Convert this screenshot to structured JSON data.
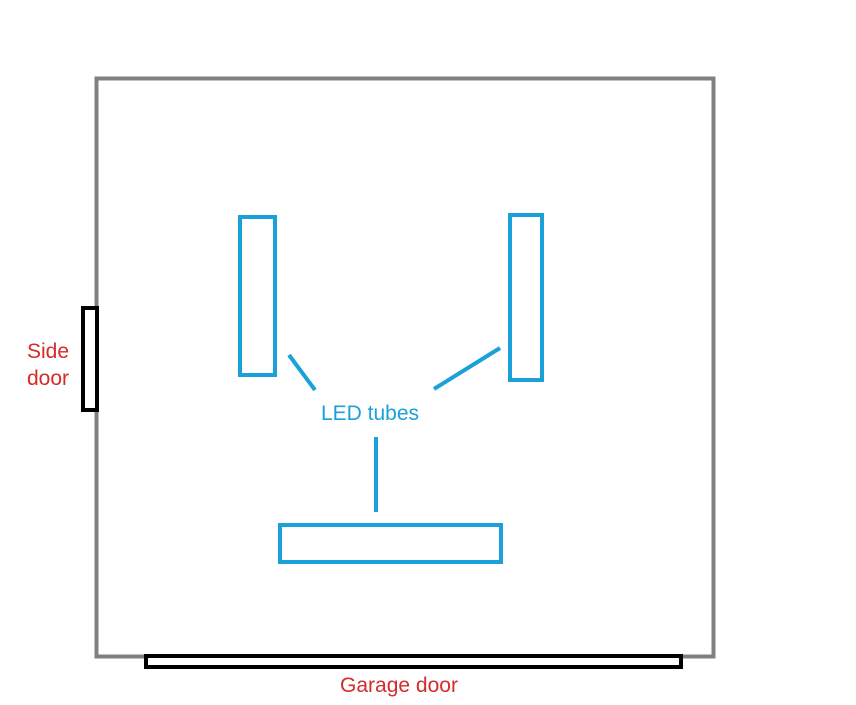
{
  "colors": {
    "wall": "#808080",
    "door": "#000000",
    "tube": "#1BA1D9",
    "door_label": "#D42B2B",
    "tube_label": "#1BA1D9",
    "background": "#FFFFFF"
  },
  "labels": {
    "led_tubes": "LED tubes",
    "side_door_line1": "Side",
    "side_door_line2": "door",
    "garage_door": "Garage door"
  }
}
